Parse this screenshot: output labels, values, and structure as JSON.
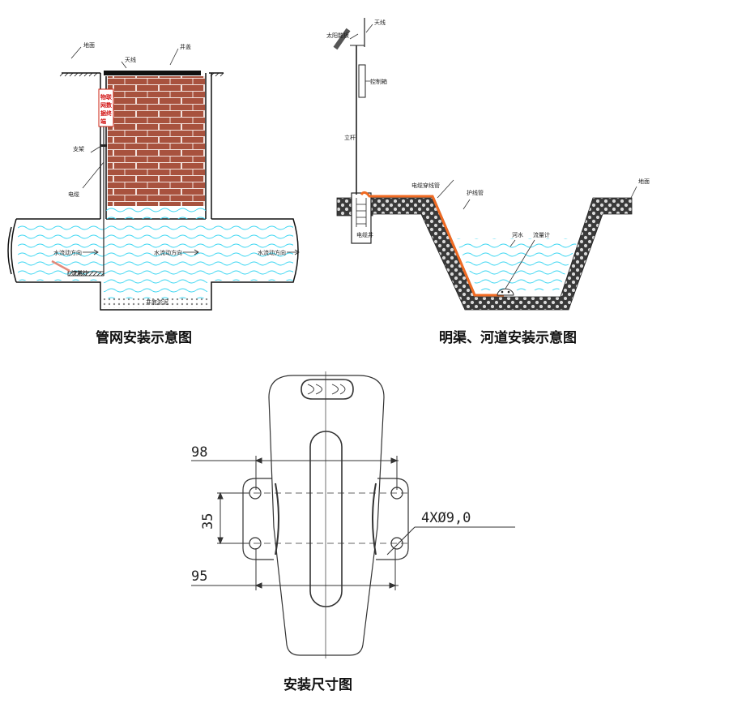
{
  "captions": {
    "pipe": "管网安装示意图",
    "channel": "明渠、河道安装示意图",
    "size": "安装尺寸图"
  },
  "pipe_labels": {
    "ground": "地面",
    "antenna": "天线",
    "cover": "井盖",
    "device": [
      "物联",
      "网数",
      "据终",
      "端"
    ],
    "bracket": "支架",
    "cable": "电缆",
    "flow1": "水流动方向",
    "flow2": "水流动方向",
    "flow3": "水流动方向",
    "sensor": "流量计",
    "well_bottom": "井底淤泥"
  },
  "channel_labels": {
    "solar": "太阳能板",
    "antenna": "天线",
    "control_box": "控制箱",
    "pole": "立杆",
    "cable_conduit": "电缆穿线管",
    "protective_tube": "护线管",
    "ground": "地面",
    "water": "河水",
    "flowmeter": "流量计",
    "pit": "电缆井"
  },
  "dimensions": {
    "width_top": "98",
    "height": "35",
    "width_bottom": "95",
    "holes": "4XØ9,0"
  },
  "colors": {
    "brick": "#a8523e",
    "water_line": "#39d6f2",
    "cable": "#f06a22",
    "soil": "#3a3a3a"
  }
}
